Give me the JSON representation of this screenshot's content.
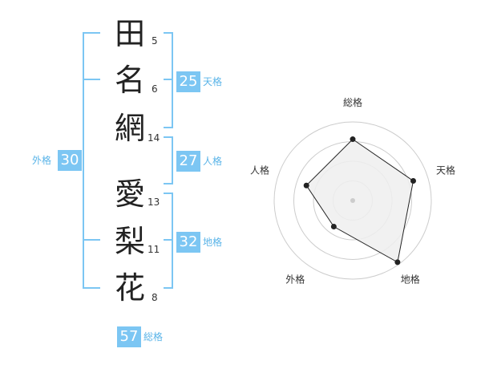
{
  "name": {
    "chars": [
      {
        "char": "田",
        "strokes": "5"
      },
      {
        "char": "名",
        "strokes": "6"
      },
      {
        "char": "網",
        "strokes": "14"
      },
      {
        "char": "愛",
        "strokes": "13"
      },
      {
        "char": "梨",
        "strokes": "11"
      },
      {
        "char": "花",
        "strokes": "8"
      }
    ]
  },
  "kaku": {
    "tenkaku": {
      "value": "25",
      "label": "天格"
    },
    "jinkaku": {
      "value": "27",
      "label": "人格"
    },
    "chikaku": {
      "value": "32",
      "label": "地格"
    },
    "gaikaku": {
      "value": "30",
      "label": "外格"
    },
    "soukaku": {
      "value": "57",
      "label": "総格"
    }
  },
  "chart_data": {
    "type": "radar",
    "axes": [
      "総格",
      "天格",
      "地格",
      "外格",
      "人格"
    ],
    "values": [
      0.78,
      0.81,
      0.97,
      0.41,
      0.62
    ],
    "range": [
      0,
      1
    ],
    "rings": 4,
    "colors": {
      "fill": "#eeeeee",
      "line": "#222222",
      "ring": "#cccccc",
      "badge": "#7cc6f3"
    }
  }
}
